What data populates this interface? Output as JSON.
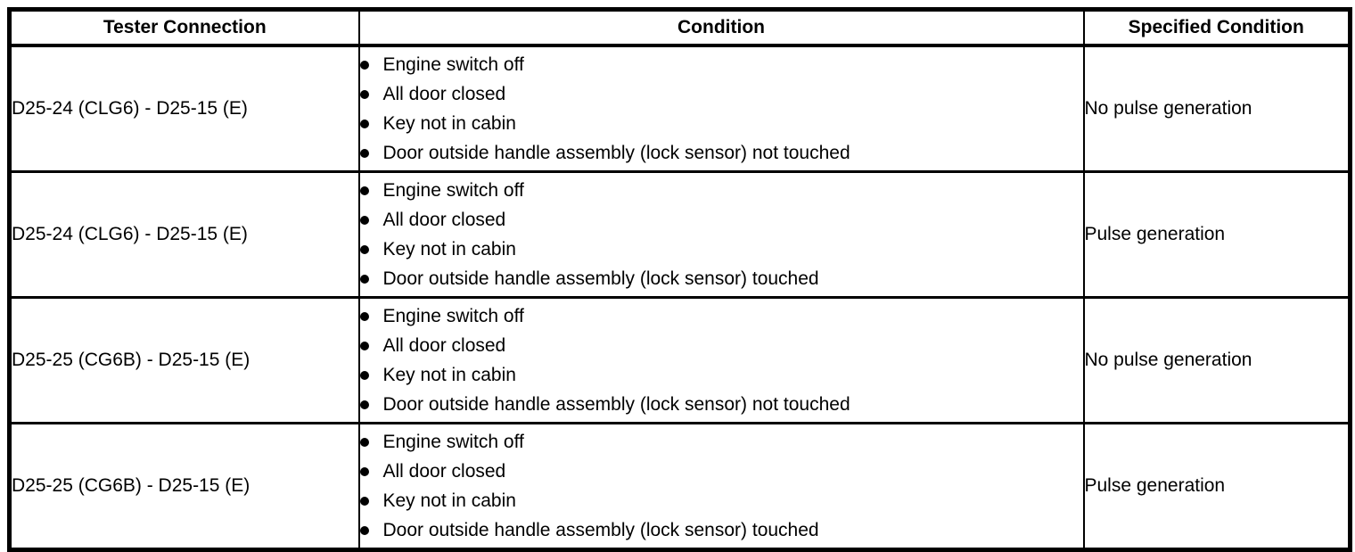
{
  "colors": {
    "border": "#000000",
    "background": "#ffffff",
    "text": "#000000"
  },
  "icons": {
    "bullet": "●"
  },
  "table": {
    "headers": [
      "Tester Connection",
      "Condition",
      "Specified Condition"
    ],
    "rows": [
      {
        "tester_connection": "D25-24 (CLG6) - D25-15 (E)",
        "conditions": [
          "Engine switch off",
          "All door closed",
          "Key not in cabin",
          "Door outside handle assembly (lock sensor) not touched"
        ],
        "specified_condition": "No pulse generation"
      },
      {
        "tester_connection": "D25-24 (CLG6) - D25-15 (E)",
        "conditions": [
          "Engine switch off",
          "All door closed",
          "Key not in cabin",
          "Door outside handle assembly (lock sensor) touched"
        ],
        "specified_condition": "Pulse generation"
      },
      {
        "tester_connection": "D25-25 (CG6B) - D25-15 (E)",
        "conditions": [
          "Engine switch off",
          "All door closed",
          "Key not in cabin",
          "Door outside handle assembly (lock sensor) not touched"
        ],
        "specified_condition": "No pulse generation"
      },
      {
        "tester_connection": "D25-25 (CG6B) - D25-15 (E)",
        "conditions": [
          "Engine switch off",
          "All door closed",
          "Key not in cabin",
          "Door outside handle assembly (lock sensor) touched"
        ],
        "specified_condition": "Pulse generation"
      }
    ]
  }
}
